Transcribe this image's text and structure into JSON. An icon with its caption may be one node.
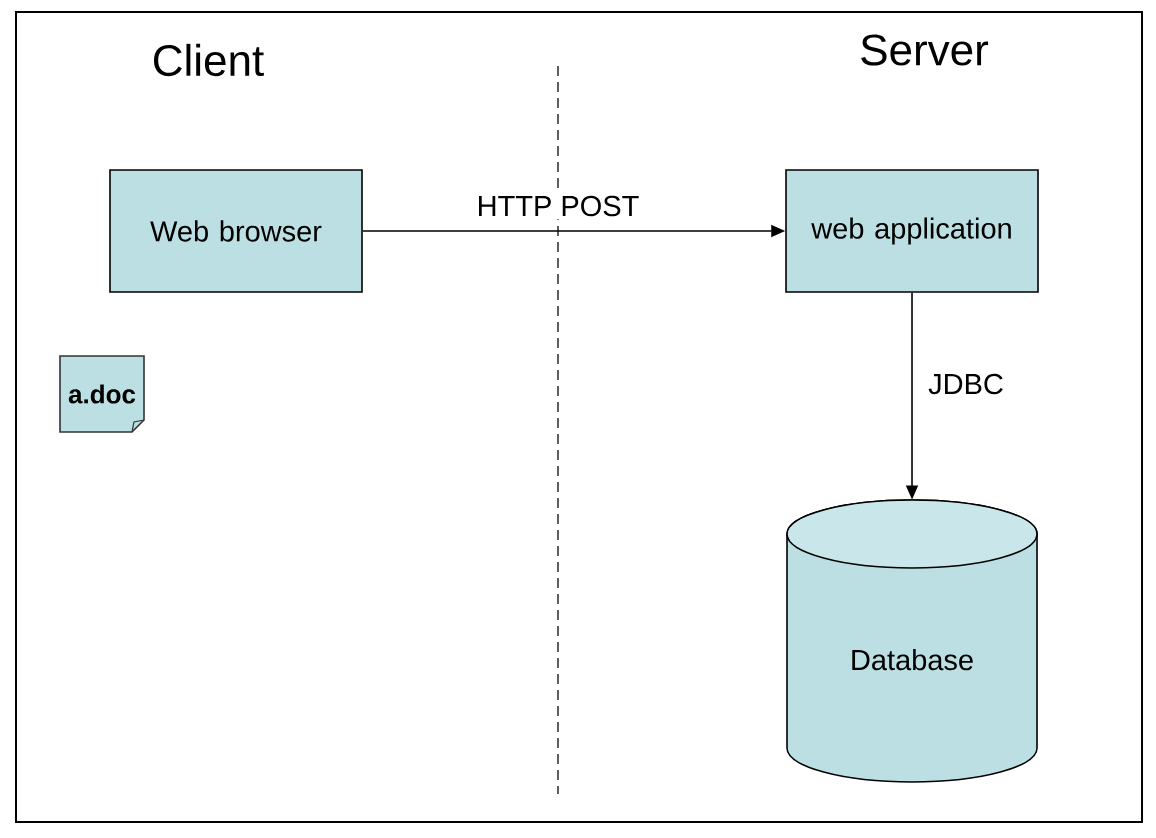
{
  "diagram": {
    "nodes": [
      {
        "text": [
          "Web browser"
        ]
      },
      {
        "text": [
          "web application"
        ]
      },
      {
        "text": [
          "Database"
        ]
      },
      {
        "text": [
          "a.doc"
        ]
      }
    ],
    "edges": [
      {
        "from": 0,
        "to": 1,
        "arrow": "to",
        "label": "HTTP POST"
      },
      {
        "from": 1,
        "to": 2,
        "arrow": "to",
        "label": "JDBC"
      }
    ],
    "labels": [
      "Client",
      "Server"
    ]
  }
}
